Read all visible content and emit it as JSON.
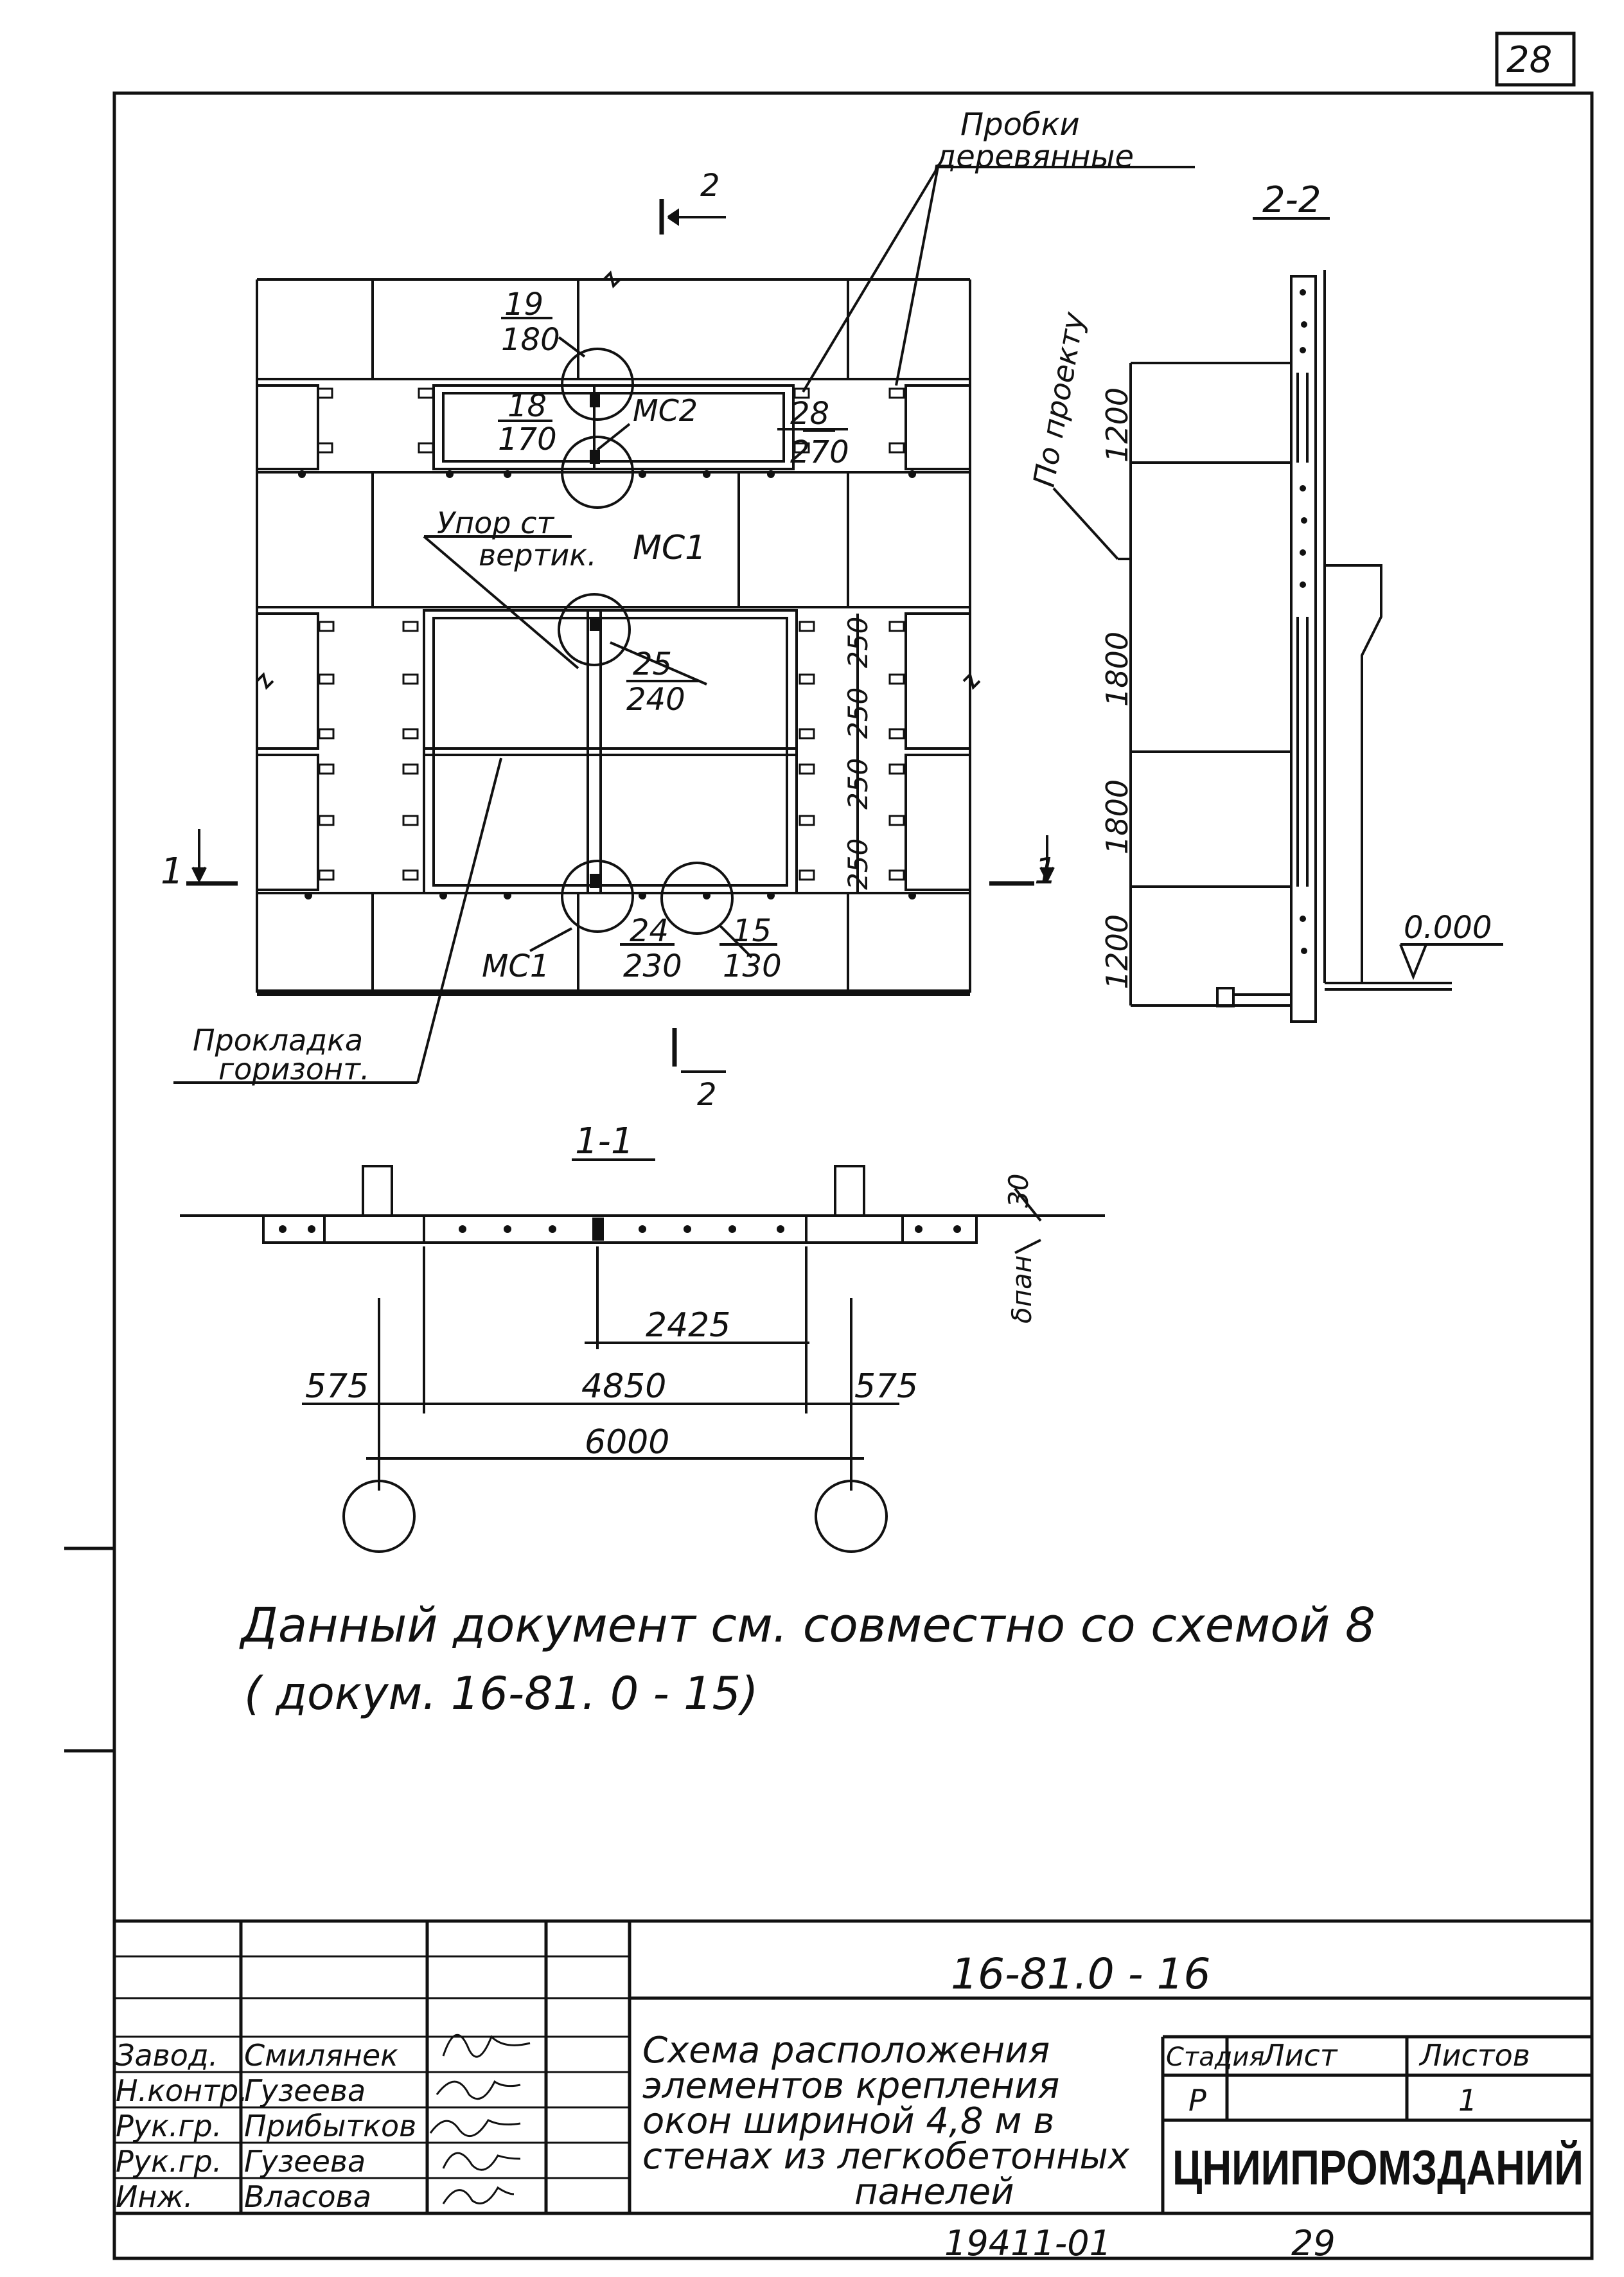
{
  "sheet": {
    "page_number": "28",
    "bottom_left_number": "19411-01",
    "bottom_right_number": "29"
  },
  "plan": {
    "label_probki_1": "Пробки",
    "label_probki_2": "деревянные",
    "section_mark_2": "2",
    "callout_19": "19",
    "callout_180": "180",
    "callout_18": "18",
    "callout_170": "170",
    "callout_mc2": "МС2",
    "callout_28": "28",
    "callout_270": "270",
    "label_upor_1": "Упор ст",
    "label_upor_2": "вертик.",
    "callout_mc1_top": "МС1",
    "callout_25": "25",
    "callout_240": "240",
    "dim_250_a": "250",
    "dim_250_b": "250",
    "dim_250_c": "250",
    "dim_250_d": "250",
    "section_mark_1": "1",
    "callout_mc1_bottom": "МС1",
    "callout_24": "24",
    "callout_230": "230",
    "callout_15": "15",
    "callout_130": "130",
    "label_prokladka_1": "Прокладка",
    "label_prokladka_2": "горизонт."
  },
  "section_2_2": {
    "title": "2-2",
    "label_po_proektu": "По проекту",
    "dim_1200_top": "1200",
    "dim_1800_a": "1800",
    "dim_1800_b": "1800",
    "dim_1200_bottom": "1200",
    "level": "0.000"
  },
  "section_1_1": {
    "title": "1-1",
    "dim_30": "30",
    "dim_b_pan": "δпан",
    "dim_2425": "2425",
    "dim_575_left": "575",
    "dim_4850": "4850",
    "dim_575_right": "575",
    "dim_6000": "6000"
  },
  "note": {
    "line1": "Данный документ см. совместно со схемой 8",
    "line2": "( докум. 16-81. 0 - 15)"
  },
  "title_block": {
    "doc_code": "16-81.0 - 16",
    "roles": [
      "Завод.",
      "Н.контр.",
      "Рук.гр.",
      "Рук.гр.",
      "Инж."
    ],
    "names": [
      "Смилянек",
      "Гузеева",
      "Прибытков",
      "Гузеева",
      "Власова"
    ],
    "title_line1": "Схема расположения",
    "title_line2": "элементов крепления",
    "title_line3": "окон шириной 4,8 м в",
    "title_line4": "стенах из легкобетонных",
    "title_line5": "панелей",
    "col_stage": "Стадия",
    "col_sheet": "Лист",
    "col_sheets": "Листов",
    "stage_value": "Р",
    "sheets_value": "1",
    "organization": "ЦНИИПРОМЗДАНИЙ"
  }
}
